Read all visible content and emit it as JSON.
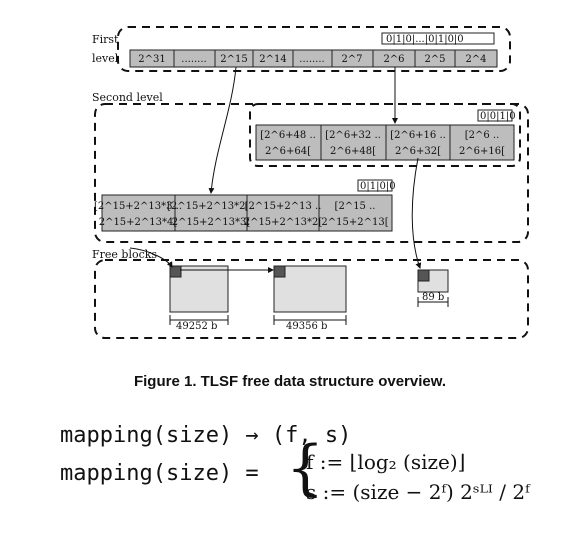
{
  "first_level": {
    "label_line1": "First",
    "label_line2": "level",
    "bitmap": "0|1|0|...|0|1|0|0",
    "cells": [
      "2^31",
      "........",
      "2^15",
      "2^14",
      "........",
      "2^7",
      "2^6",
      "2^5",
      "2^4"
    ]
  },
  "second_level": {
    "label": "Second level",
    "upper_bitmap": "0|0|1|0",
    "upper_cells": [
      {
        "top": "[2^6+48 ..",
        "bottom": "2^6+64["
      },
      {
        "top": "[2^6+32 ..",
        "bottom": "2^6+48["
      },
      {
        "top": "[2^6+16 ..",
        "bottom": "2^6+32["
      },
      {
        "top": "[2^6 ..",
        "bottom": "2^6+16["
      }
    ],
    "lower_bitmap": "0|1|0|0",
    "lower_cells": [
      {
        "top": "[2^15+2^13*3 ..",
        "bottom": "2^15+2^13*4["
      },
      {
        "top": "[2^15+2^13*2 ..",
        "bottom": "2^15+2^13*3["
      },
      {
        "top": "[2^15+2^13 ..",
        "bottom": "2^15+2^13*2["
      },
      {
        "top": "[2^15 ..",
        "bottom": "2^15+2^13["
      }
    ]
  },
  "free_blocks": {
    "label": "Free blocks",
    "sizes": [
      "49252 b",
      "49356 b",
      "89 b"
    ]
  },
  "caption": "Figure 1. TLSF free data structure overview.",
  "formula": {
    "line1": "mapping(size) → (f, s)",
    "line2_left": "mapping(size) =",
    "case_f": "f := ⌊log₂ (size)⌋",
    "case_s": "s := (size − 2ᶠ) 2ˢᴸᴵ / 2ᶠ"
  }
}
